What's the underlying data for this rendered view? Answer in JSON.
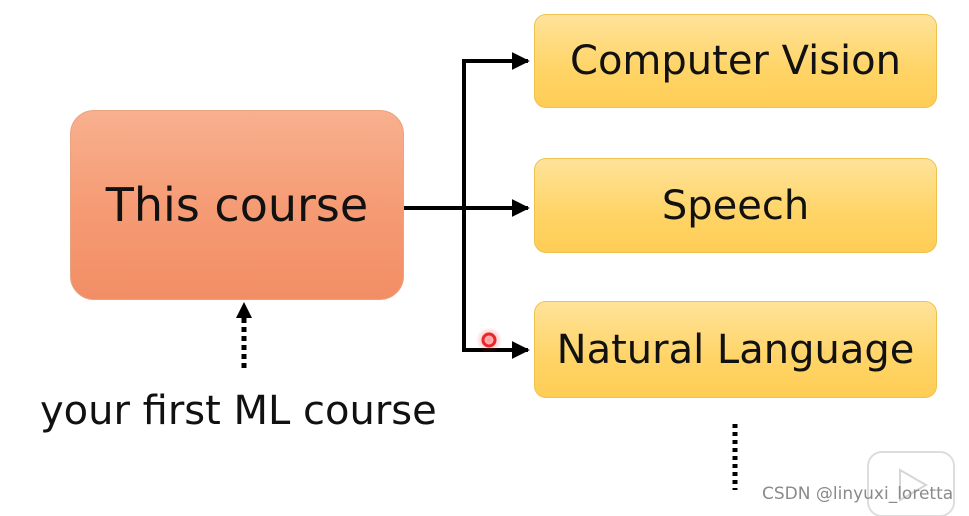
{
  "diagram": {
    "main_box": {
      "label": "This course"
    },
    "topics": [
      {
        "label": "Computer Vision"
      },
      {
        "label": "Speech"
      },
      {
        "label": "Natural Language"
      }
    ],
    "caption": "your first ML course",
    "continuation_marker": "more-topics-dots"
  },
  "watermark": {
    "text": "CSDN @linyuxi_loretta",
    "logo_icon": "play-logo-icon"
  },
  "cursor": {
    "icon": "red-pointer-dot-icon"
  },
  "colors": {
    "main_box_fill": "#f59a73",
    "topic_box_fill": "#ffd466",
    "arrow": "#000000",
    "pointer": "#e8262b"
  }
}
